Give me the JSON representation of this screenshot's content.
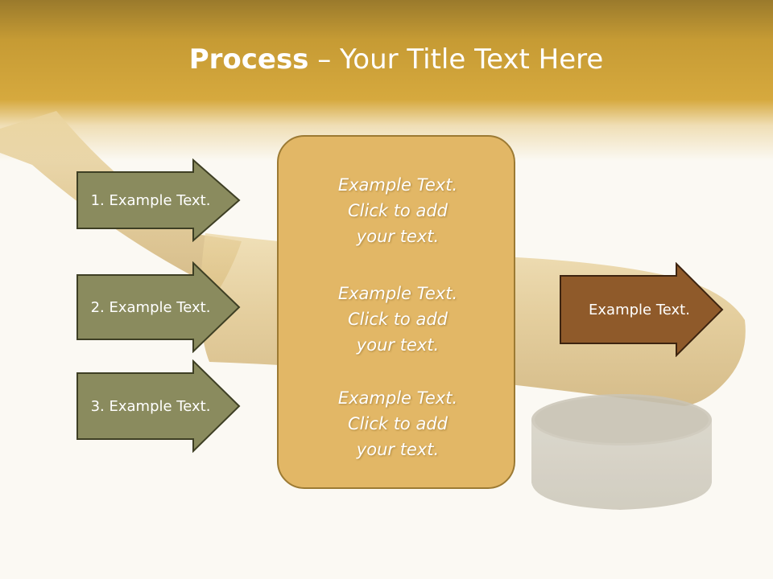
{
  "slide": {
    "title_bold": "Process",
    "title_rest": " – Your Title Text Here"
  },
  "steps": [
    {
      "label": "1. Example Text."
    },
    {
      "label": "2. Example Text."
    },
    {
      "label": "3. Example Text."
    }
  ],
  "center_box": {
    "paragraphs": [
      "Example Text.\nClick  to add\nyour text.",
      "Example Text.\nClick  to add\nyour text.",
      "Example Text.\nClick  to add\nyour text."
    ]
  },
  "result_arrow": {
    "label": "Example Text."
  },
  "colors": {
    "header": "#d6a93e",
    "step_arrow_fill": "#8a8b5e",
    "center_box_fill": "#e2b766",
    "result_arrow_fill": "#8f5a2a"
  }
}
